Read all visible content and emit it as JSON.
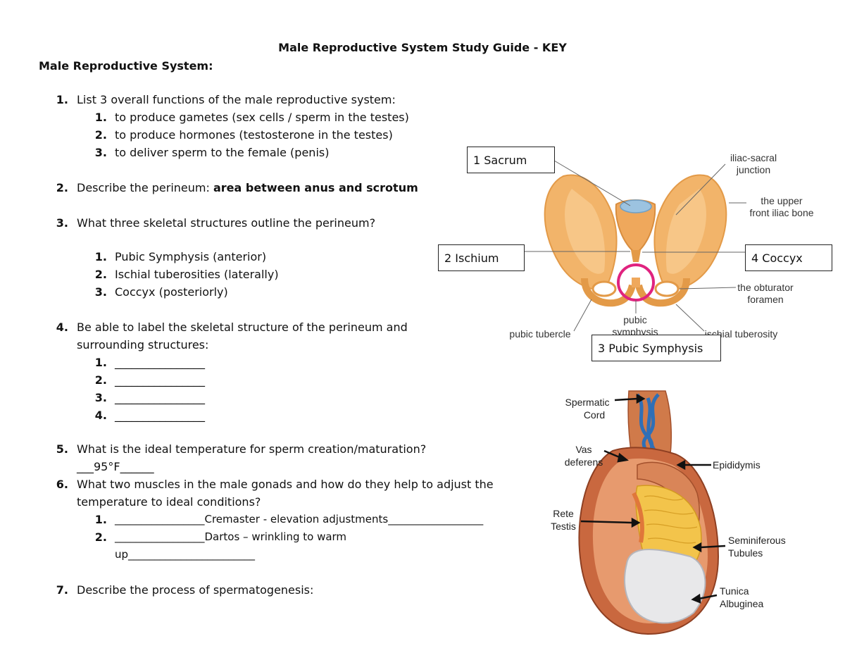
{
  "title": "Male Reproductive System Study Guide - KEY",
  "section": "Male Reproductive System:",
  "q1": {
    "num": "1.",
    "text": "List 3 overall functions of the male reproductive system:",
    "items": [
      {
        "num": "1.",
        "text": "to produce gametes (sex cells / sperm in the testes)"
      },
      {
        "num": "2.",
        "text": "to produce hormones (testosterone in the testes)"
      },
      {
        "num": "3.",
        "text": "to deliver sperm to the female (penis)"
      }
    ]
  },
  "q2": {
    "num": "2.",
    "text": "Describe the perineum: ",
    "answer": "area between anus and scrotum"
  },
  "q3": {
    "num": "3.",
    "text": "What three skeletal structures outline the perineum?",
    "items": [
      {
        "num": "1.",
        "text": "Pubic Symphysis (anterior)"
      },
      {
        "num": "2.",
        "text": "Ischial tuberosities (laterally)"
      },
      {
        "num": "3.",
        "text": "Coccyx (posteriorly)"
      }
    ]
  },
  "q4": {
    "num": "4.",
    "line1": "Be able to label the skeletal structure of the perineum and",
    "line2": "surrounding structures:",
    "items": [
      {
        "num": "1.",
        "text": "________________"
      },
      {
        "num": "2.",
        "text": "________________"
      },
      {
        "num": "3.",
        "text": "________________"
      },
      {
        "num": "4.",
        "text": "________________"
      }
    ]
  },
  "q5": {
    "num": "5.",
    "text": "What is the ideal temperature for sperm creation/maturation?",
    "answer": "___95°F______"
  },
  "q6": {
    "num": "6.",
    "line1": "What two muscles in the male gonads and how do they help to adjust the",
    "line2": "temperature to ideal conditions?",
    "items": [
      {
        "num": "1.",
        "text": "_________________Cremaster - elevation adjustments__________________"
      },
      {
        "num": "2.",
        "text": "_________________Dartos – wrinkling to warm"
      }
    ],
    "item2_cont": "up________________________"
  },
  "q7": {
    "num": "7.",
    "text": "Describe the process of spermatogenesis:"
  },
  "pelvis": {
    "boxes": {
      "sacrum": "1 Sacrum",
      "ischium": "2 Ischium",
      "pubic_symphysis": "3 Pubic Symphysis",
      "coccyx": "4 Coccyx"
    },
    "labels": {
      "iliac_sacral_1": "iliac-sacral",
      "iliac_sacral_2": "junction",
      "upper_iliac_1": "the upper",
      "upper_iliac_2": "front iliac bone",
      "obturator_1": "the obturator",
      "obturator_2": "foramen",
      "pubic_tubercle": "pubic tubercle",
      "pubic_symphysis_1": "pubic",
      "pubic_symphysis_2": "symphysis",
      "ischial_tuberosity": "ischial tuberosity"
    },
    "colors": {
      "bone": "#f2b46a",
      "bone_dark": "#e39a48",
      "circle": "#e0237f",
      "sacrum_cap": "#9cc3e0"
    }
  },
  "testis": {
    "labels": {
      "spermatic_1": "Spermatic",
      "spermatic_2": "Cord",
      "vas_1": "Vas",
      "vas_2": "deferens",
      "rete_1": "Rete",
      "rete_2": "Testis",
      "epididymis": "Epididymis",
      "semi_1": "Seminiferous",
      "semi_2": "Tubules",
      "tunica_1": "Tunica",
      "tunica_2": "Albuginea"
    },
    "colors": {
      "muscle": "#c9683f",
      "muscle_light": "#e79a6e",
      "tubule": "#f3c44b",
      "vein": "#2f6fb6",
      "tunica": "#e8e8ea"
    }
  }
}
